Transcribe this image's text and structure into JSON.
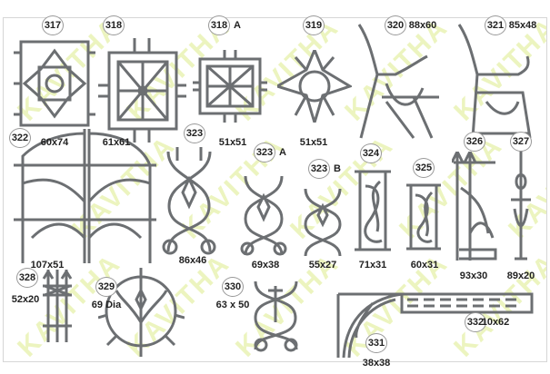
{
  "watermark": "KAVITHA",
  "items": {
    "i317": {
      "number": "317",
      "size": "60x74"
    },
    "i318": {
      "number": "318",
      "size": "61x61"
    },
    "i318a": {
      "number": "318",
      "suffix": "A",
      "size": "51x51"
    },
    "i319": {
      "number": "319",
      "size": "51x51"
    },
    "i320": {
      "number": "320",
      "size": "88x60"
    },
    "i321": {
      "number": "321",
      "size": "85x48"
    },
    "i322": {
      "number": "322",
      "size": "107x51"
    },
    "i323": {
      "number": "323",
      "size": "86x46"
    },
    "i323a": {
      "number": "323",
      "suffix": "A",
      "size": "69x38"
    },
    "i323b": {
      "number": "323",
      "suffix": "B",
      "size": "55x27"
    },
    "i324": {
      "number": "324",
      "size": "71x31"
    },
    "i325": {
      "number": "325",
      "size": "60x31"
    },
    "i326": {
      "number": "326",
      "size": "93x30"
    },
    "i327": {
      "number": "327",
      "size": "89x20"
    },
    "i328": {
      "number": "328",
      "size": "52x20"
    },
    "i329": {
      "number": "329",
      "size": "69 Dia"
    },
    "i330": {
      "number": "330",
      "size": "63 x 50"
    },
    "i331": {
      "number": "331",
      "size": "38x38"
    },
    "i332": {
      "number": "332",
      "size": "10x62"
    }
  },
  "colors": {
    "metal": "#6c6f72",
    "watermark": "#e9f3b4",
    "border": "#d6d6d6"
  }
}
